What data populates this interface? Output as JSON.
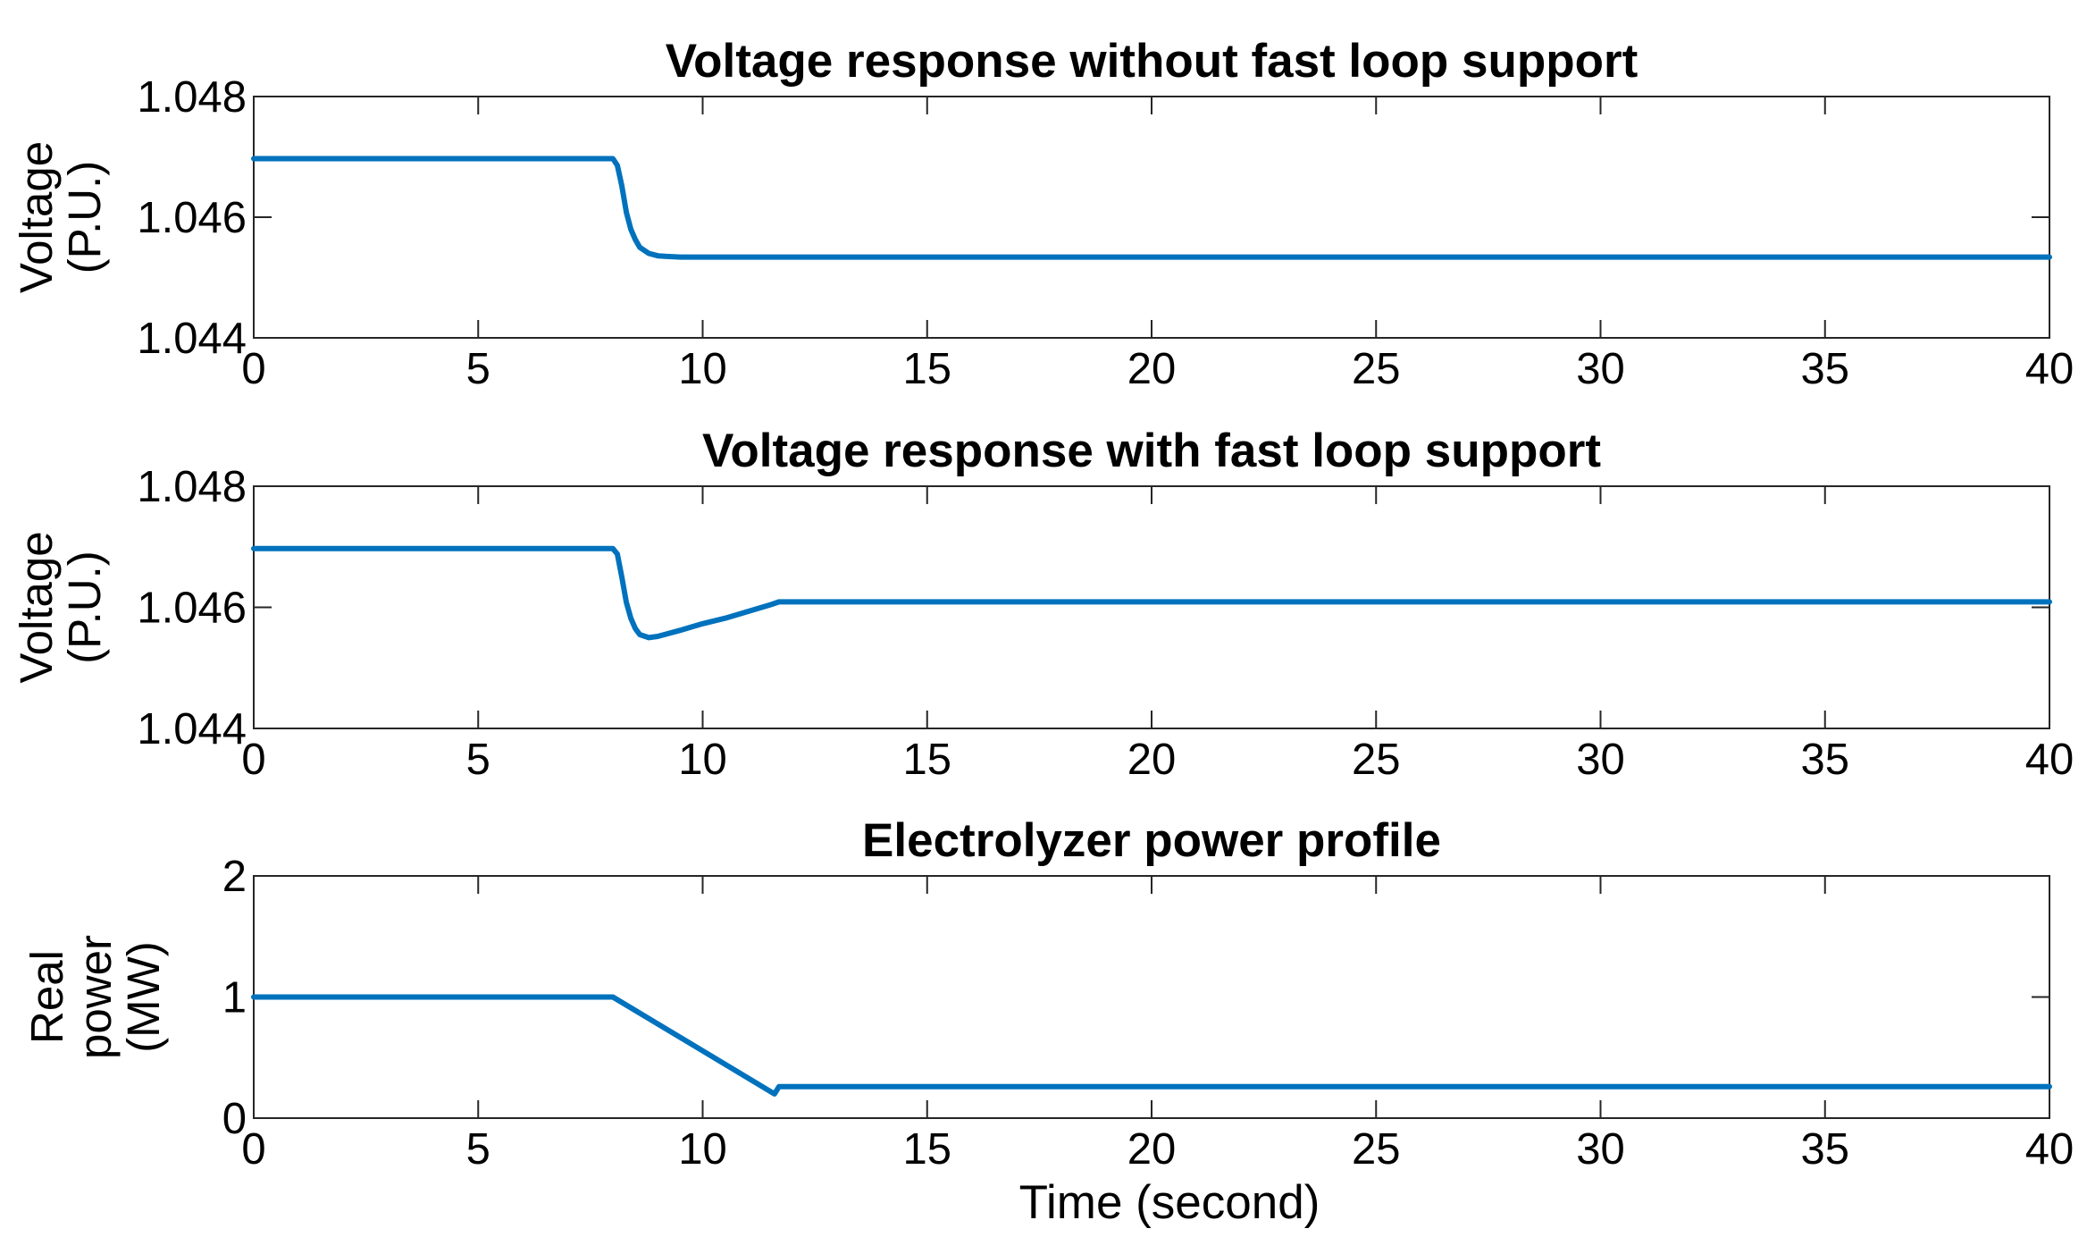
{
  "chart_data": [
    {
      "type": "line",
      "title": "Voltage response without fast loop support",
      "xlabel": "",
      "ylabel": [
        "Voltage",
        "(P.U.)"
      ],
      "xlim": [
        0,
        40
      ],
      "ylim": [
        1.044,
        1.048
      ],
      "xticks": [
        "0",
        "5",
        "10",
        "15",
        "20",
        "25",
        "30",
        "35",
        "40"
      ],
      "yticks": [
        "1.044",
        "1.046",
        "1.048"
      ],
      "grid": false,
      "color": "#0072BD",
      "series": [
        {
          "x": [
            0,
            8,
            8.1,
            8.2,
            8.3,
            8.4,
            8.5,
            8.6,
            8.8,
            9.0,
            9.2,
            9.5,
            10,
            15,
            20,
            25,
            30,
            35,
            40
          ],
          "y": [
            1.04697,
            1.04697,
            1.04686,
            1.04652,
            1.04608,
            1.0458,
            1.04563,
            1.0455,
            1.0454,
            1.04536,
            1.04535,
            1.04534,
            1.04534,
            1.04534,
            1.04534,
            1.04534,
            1.04534,
            1.04534,
            1.04534
          ]
        }
      ]
    },
    {
      "type": "line",
      "title": "Voltage response with fast loop support",
      "xlabel": "",
      "ylabel": [
        "Voltage",
        "(P.U.)"
      ],
      "xlim": [
        0,
        40
      ],
      "ylim": [
        1.044,
        1.048
      ],
      "xticks": [
        "0",
        "5",
        "10",
        "15",
        "20",
        "25",
        "30",
        "35",
        "40"
      ],
      "yticks": [
        "1.044",
        "1.046",
        "1.048"
      ],
      "grid": false,
      "color": "#0072BD",
      "series": [
        {
          "x": [
            0,
            8,
            8.1,
            8.2,
            8.3,
            8.4,
            8.5,
            8.6,
            8.8,
            9.0,
            9.5,
            10,
            10.5,
            11,
            11.5,
            11.7,
            15,
            20,
            25,
            30,
            35,
            40
          ],
          "y": [
            1.04697,
            1.04697,
            1.04688,
            1.0465,
            1.04608,
            1.04582,
            1.04565,
            1.04555,
            1.0455,
            1.04552,
            1.04562,
            1.04573,
            1.04582,
            1.04593,
            1.04604,
            1.04609,
            1.04609,
            1.04609,
            1.04609,
            1.04609,
            1.04609,
            1.04609
          ]
        }
      ]
    },
    {
      "type": "line",
      "title": "Electrolyzer power profile",
      "xlabel": "Time (second)",
      "ylabel": [
        "Real",
        "power",
        "(MW)"
      ],
      "xlim": [
        0,
        40
      ],
      "ylim": [
        0,
        2
      ],
      "xticks": [
        "0",
        "5",
        "10",
        "15",
        "20",
        "25",
        "30",
        "35",
        "40"
      ],
      "yticks": [
        "0",
        "1",
        "2"
      ],
      "grid": false,
      "color": "#0072BD",
      "series": [
        {
          "x": [
            0,
            8,
            11.6,
            11.7,
            40
          ],
          "y": [
            1.0,
            1.0,
            0.2,
            0.26,
            0.26
          ]
        }
      ]
    }
  ]
}
